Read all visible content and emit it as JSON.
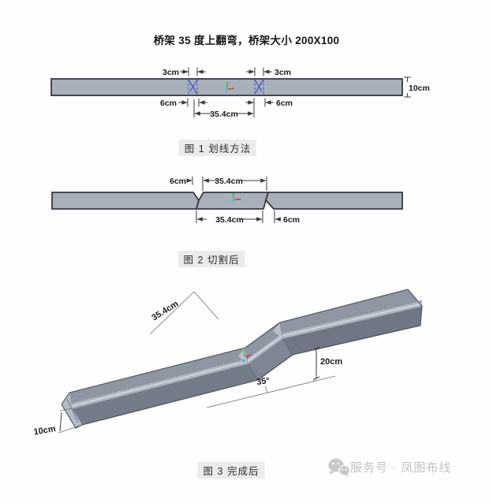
{
  "title": "桥架 35 度上翻弯，桥架大小 200X100",
  "fig1": {
    "caption": "图 1  划线方法",
    "top_left": "3cm",
    "top_right": "3cm",
    "bottom_left": "6cm",
    "bottom_right": "6cm",
    "span": "35.4cm",
    "height": "10cm"
  },
  "fig2": {
    "caption": "图 2  切割后",
    "top_left": "6cm",
    "top_span": "35.4cm",
    "bottom_span": "35.4cm",
    "bottom_right": "6cm"
  },
  "fig3": {
    "caption": "图 3  完成后",
    "incline_length": "35.4cm",
    "rise": "20cm",
    "angle": "35°",
    "height": "10cm"
  },
  "footer": {
    "watermark": "服务号 · 凤图布线"
  },
  "colors": {
    "tray_fill": "#a8b0bc",
    "tray_stroke": "#343943",
    "mark_blue": "#4053c2",
    "axis_green": "#3fae4a",
    "axis_red": "#d43a35",
    "axis_cyan": "#3ec6d8",
    "wall_lower": "#747c8a",
    "wall_incline": "#7e8694",
    "wall_upper": "#6f7785",
    "interior": "#8e96a3",
    "floor": "#aeb4c0",
    "end_cap": "#b6bcc7",
    "caption_bg": "#ebebeb",
    "watermark_gray": "#c2c2c2"
  }
}
